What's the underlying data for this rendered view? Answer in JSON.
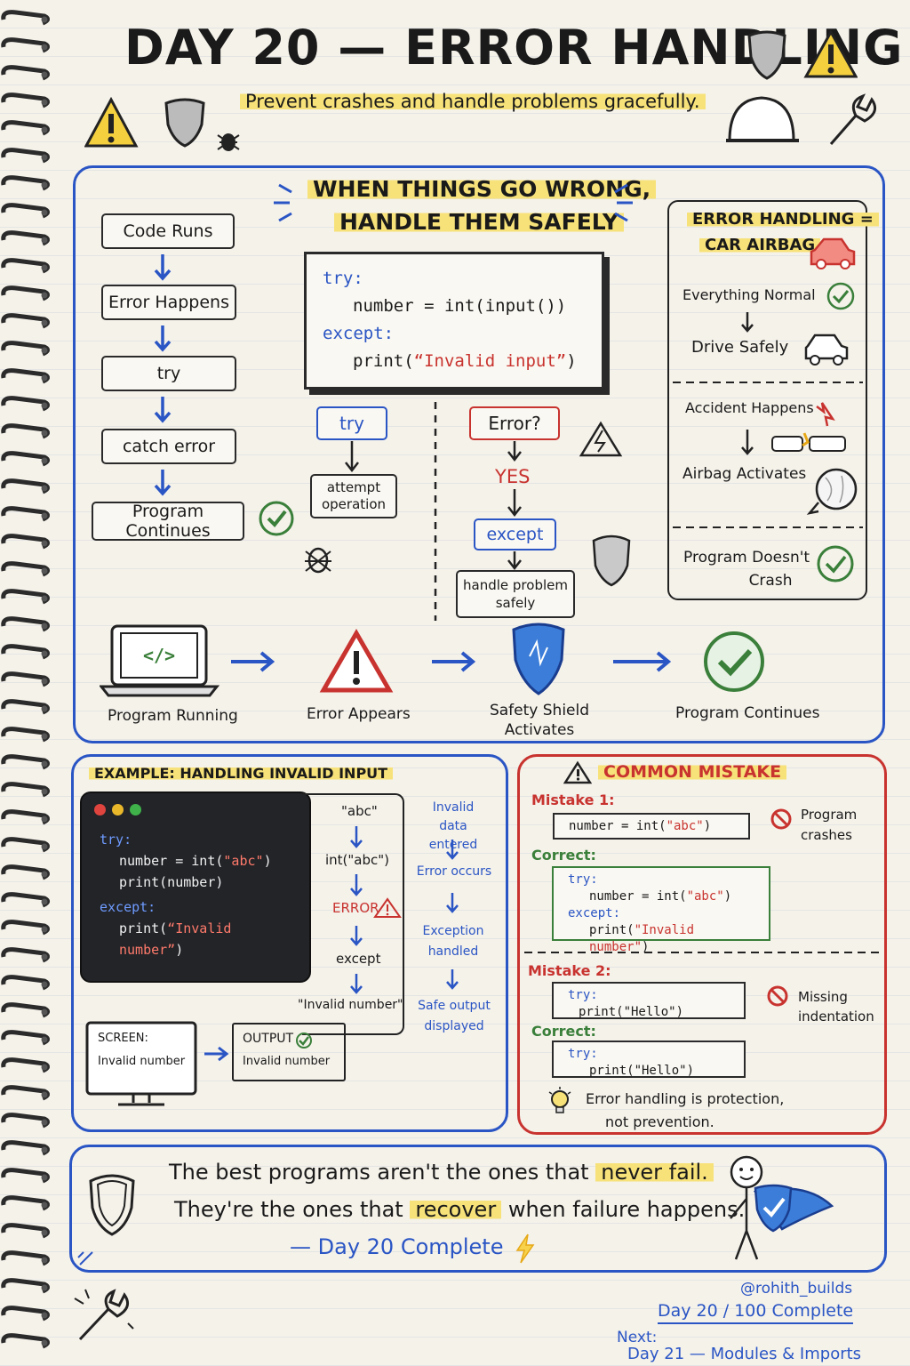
{
  "header": {
    "title": "DAY 20 — ERROR HANDLING",
    "subtitle": "Prevent crashes and handle problems gracefully."
  },
  "main": {
    "heading_line1": "WHEN THINGS GO WRONG,",
    "heading_line2": "HANDLE THEM SAFELY",
    "flow": [
      "Code Runs",
      "Error Happens",
      "try",
      "catch error",
      "Program Continues"
    ],
    "code": {
      "kw_try": "try:",
      "line_assign": "number = int(input())",
      "kw_except": "except:",
      "print_open": "print(",
      "print_str": "“Invalid input”",
      "print_close": ")"
    },
    "try_label": "try",
    "attempt_label": "attempt operation",
    "error_q": "Error?",
    "yes": "YES",
    "except_label": "except",
    "handle_label": "handle problem safely",
    "pipeline": [
      "Program Running",
      "Error Appears",
      "Safety Shield Activates",
      "Program Continues"
    ]
  },
  "airbag": {
    "title_line1": "ERROR HANDLING =",
    "title_line2": "CAR AIRBAG",
    "normal": "Everything Normal",
    "drive": "Drive Safely",
    "accident": "Accident Happens",
    "airbag": "Airbag Activates",
    "result_line1": "Program Doesn't",
    "result_line2": "Crash"
  },
  "example": {
    "title": "EXAMPLE: HANDLING INVALID INPUT",
    "code": {
      "kw_try": "try:",
      "l1_pre": "number = int(",
      "l1_str": "\"abc\"",
      "l1_post": ")",
      "l2": "print(number)",
      "kw_except": "except:",
      "l3_pre": "print(",
      "l3_str": "“Invalid number”",
      "l3_post": ")"
    },
    "trace": [
      "\"abc\"",
      "int(\"abc\")",
      "ERROR",
      "except",
      "\"Invalid number\""
    ],
    "explain": [
      "Invalid data entered",
      "Error occurs",
      "Exception handled",
      "Safe output displayed"
    ],
    "screen_label": "SCREEN:",
    "screen_value": "Invalid number",
    "output_label": "OUTPUT",
    "output_value": "Invalid number"
  },
  "mistakes": {
    "title": "COMMON MISTAKE",
    "m1_label": "Mistake 1:",
    "m1_code_pre": "number = int(",
    "m1_code_str": "\"abc\"",
    "m1_code_post": ")",
    "m1_note_line1": "Program",
    "m1_note_line2": "crashes",
    "correct_label": "Correct:",
    "c1_l1": "try:",
    "c1_l2_pre": "number = int(",
    "c1_l2_str": "\"abc\"",
    "c1_l2_post": ")",
    "c1_l3": "except:",
    "c1_l4_pre": "print(",
    "c1_l4_str": "\"Invalid number\"",
    "c1_l4_post": ")",
    "m2_label": "Mistake 2:",
    "m2_l1": "try:",
    "m2_l2": "print(\"Hello\")",
    "m2_note_line1": "Missing",
    "m2_note_line2": "indentation",
    "correct2_label": "Correct:",
    "c2_l1": "try:",
    "c2_l2": "print(\"Hello\")",
    "tip_line1": "Error handling is protection,",
    "tip_line2": "not prevention."
  },
  "quote": {
    "l1_pre": "The best programs aren't the ones that",
    "l1_hl": "never fail.",
    "l2_pre": "They're the ones that",
    "l2_hl": "recover",
    "l2_post": "when failure happens.",
    "sign": "— Day 20 Complete"
  },
  "footer": {
    "handle": "@rohith_builds",
    "progress": "Day 20 / 100 Complete",
    "next_label": "Next:",
    "next_value": "Day 21 — Modules & Imports"
  },
  "colors": {
    "blue": "#2a55c4",
    "red": "#c8332f",
    "green": "#3a7f3a",
    "highlight": "#f7e27a"
  }
}
